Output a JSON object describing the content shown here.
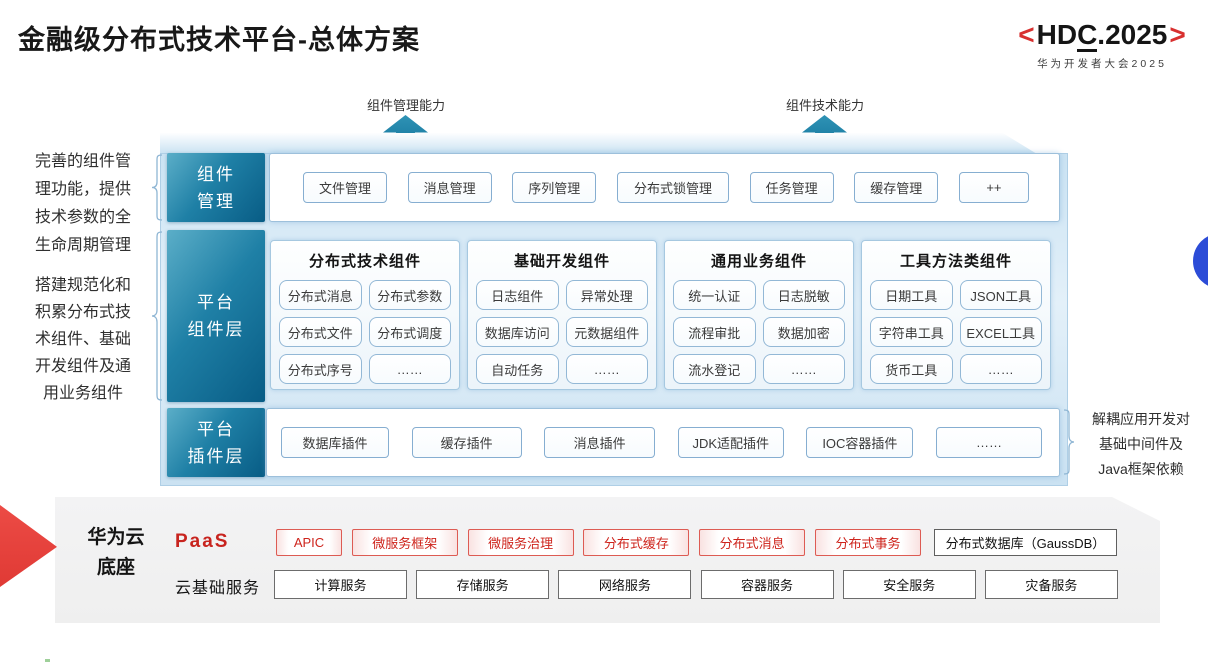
{
  "title": "金融级分布式技术平台-总体方案",
  "logo": {
    "bracket_left": "<",
    "text_hd": "HD",
    "text_c": "C",
    "text_rest": ".2025",
    "bracket_right": ">",
    "subtitle": "华为开发者大会2025"
  },
  "capability_arrows": {
    "left": "组件管理能力",
    "right": "组件技术能力"
  },
  "notes": {
    "left_top_lines": [
      "完善的组件管",
      "理功能，提供",
      "技术参数的全",
      "生命周期管理"
    ],
    "left_bottom_lines": [
      "搭建规范化和",
      "积累分布式技",
      "术组件、基础",
      "开发组件及通",
      "用业务组件"
    ],
    "right_lines": [
      "解耦应用开发对",
      "基础中间件及",
      "Java框架依赖"
    ]
  },
  "layers": {
    "component_mgmt": {
      "label_lines": [
        "组件",
        "管理"
      ],
      "items": [
        "文件管理",
        "消息管理",
        "序列管理",
        "分布式锁管理",
        "任务管理",
        "缓存管理",
        "++"
      ]
    },
    "platform_components": {
      "label_lines": [
        "平台",
        "组件层"
      ],
      "columns": [
        {
          "header": "分布式技术组件",
          "items": [
            "分布式消息",
            "分布式参数",
            "分布式文件",
            "分布式调度",
            "分布式序号",
            "……"
          ]
        },
        {
          "header": "基础开发组件",
          "items": [
            "日志组件",
            "异常处理",
            "数据库访问",
            "元数据组件",
            "自动任务",
            "……"
          ]
        },
        {
          "header": "通用业务组件",
          "items": [
            "统一认证",
            "日志脱敏",
            "流程审批",
            "数据加密",
            "流水登记",
            "……"
          ]
        },
        {
          "header": "工具方法类组件",
          "items": [
            "日期工具",
            "JSON工具",
            "字符串工具",
            "EXCEL工具",
            "货币工具",
            "……"
          ]
        }
      ]
    },
    "platform_plugins": {
      "label_lines": [
        "平台",
        "插件层"
      ],
      "items": [
        "数据库插件",
        "缓存插件",
        "消息插件",
        "JDK适配插件",
        "IOC容器插件",
        "……"
      ]
    }
  },
  "foundation": {
    "label_lines": [
      "华为云",
      "底座"
    ],
    "paas_label": "PaaS",
    "paas_items": [
      "APIC",
      "微服务框架",
      "微服务治理",
      "分布式缓存",
      "分布式消息",
      "分布式事务"
    ],
    "paas_db": "分布式数据库（GaussDB）",
    "cloud_label": "云基础服务",
    "cloud_items": [
      "计算服务",
      "存储服务",
      "网络服务",
      "容器服务",
      "安全服务",
      "灾备服务"
    ]
  },
  "colors": {
    "teal_label": "#0B628B",
    "backdrop_blue": "#D5E8F5",
    "chip_border_blue": "#86AED1",
    "red_accent": "#D8302F",
    "paas_text": "#C8241E",
    "foundation_bg": "#F1F1F1",
    "blue_dot": "#2C4CD7"
  }
}
